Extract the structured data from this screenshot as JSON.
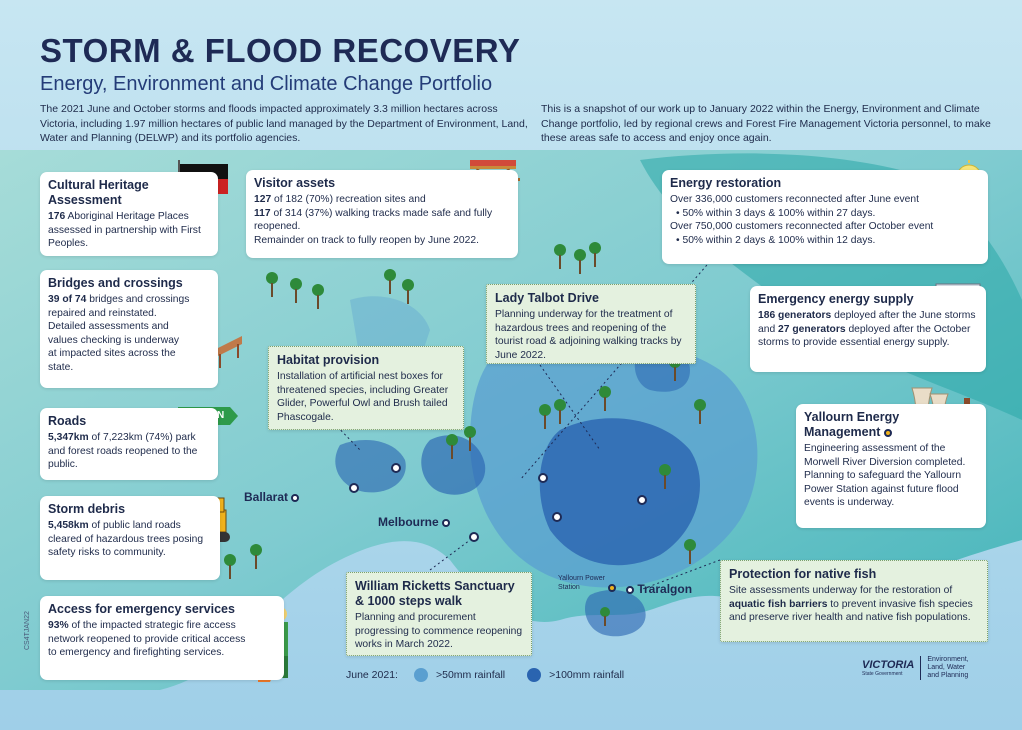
{
  "header": {
    "title": "STORM & FLOOD RECOVERY",
    "subtitle": "Energy, Environment and Climate Change Portfolio",
    "intro_left": "The 2021 June and October storms and floods impacted approximately 3.3 million hectares across Victoria, including 1.97 million hectares of public land managed by the Department of Environment, Land, Water and Planning (DELWP) and its portfolio agencies.",
    "intro_right": "This is a snapshot of our work up to January 2022 within the Energy, Environment and Climate Change portfolio, led by regional crews and Forest Fire Management Victoria personnel, to make these areas safe to access and enjoy once again."
  },
  "cards": {
    "cultural": {
      "title": "Cultural Heritage Assessment",
      "stat": "176",
      "text": " Aboriginal Heritage Places assessed in partnership with First Peoples."
    },
    "visitor": {
      "title": "Visitor assets",
      "stat1": "127",
      "text1": " of 182 (70%) recreation sites and",
      "stat2": "117",
      "text2": " of 314 (37%) walking tracks made safe and fully reopened.",
      "text3": "Remainder on track to fully reopen by June 2022."
    },
    "energy": {
      "title": "Energy restoration",
      "line1": "Over 336,000 customers reconnected after June event",
      "bullet1": "• 50% within 3 days & 100% within 27 days.",
      "line2": "Over 750,000 customers reconnected after October event",
      "bullet2": "• 50% within 2 days & 100% within 12 days."
    },
    "bridges": {
      "title": "Bridges and crossings",
      "stat": "39 of 74",
      "text1": " bridges and crossings repaired and reinstated.",
      "text2": "Detailed assessments and values checking is underway at impacted sites across the state."
    },
    "lady_talbot": {
      "title": "Lady Talbot Drive",
      "text": "Planning underway for the treatment of hazardous trees and reopening of the tourist road & adjoining walking tracks by June 2022."
    },
    "emergency_supply": {
      "title": "Emergency energy supply",
      "stat1": "186 generators",
      "text1": " deployed after the June storms and ",
      "stat2": "27 generators",
      "text2": " deployed after the October storms to provide essential energy supply."
    },
    "habitat": {
      "title": "Habitat provision",
      "text": "Installation of artificial nest boxes for threatened species, including Greater Glider, Powerful Owl and Brush tailed Phascogale."
    },
    "roads": {
      "title": "Roads",
      "stat": "5,347km",
      "text": " of 7,223km (74%) park and forest roads reopened to the public."
    },
    "yallourn": {
      "title": "Yallourn Energy Management",
      "text1": "Engineering assessment of the Morwell River Diversion completed.",
      "text2": "Planning to safeguard the Yallourn Power Station against future flood events is underway."
    },
    "debris": {
      "title": "Storm debris",
      "stat": "5,458km",
      "text": " of public land roads cleared of hazardous trees posing safety risks to community."
    },
    "ricketts": {
      "title": "William Ricketts Sanctuary & 1000 steps walk",
      "text": "Planning and procurement progressing to commence reopening works in March 2022."
    },
    "fish": {
      "title": "Protection for native fish",
      "text1": "Site assessments underway for the restoration of ",
      "stat": "aquatic fish barriers",
      "text2": " to prevent invasive fish species and preserve river health and native fish populations."
    },
    "access": {
      "title": "Access for emergency services",
      "stat": "93%",
      "text": " of the impacted strategic fire access network reopened to provide critical access to emergency and firefighting services."
    }
  },
  "places": {
    "ballarat": "Ballarat",
    "melbourne": "Melbourne",
    "traralgon": "Traralgon",
    "yallourn_ps": "Yallourn Power Station"
  },
  "sign": {
    "label": "REOPEN"
  },
  "legend": {
    "label": "June 2021:",
    "item1": ">50mm rainfall",
    "item2": ">100mm rainfall",
    "color1": "#5a9fd0",
    "color2": "#2a64b0"
  },
  "footer": {
    "code": "CS4TJAN22",
    "logo_name": "VICTORIA",
    "logo_sub": "State Government",
    "dept": "Environment, Land, Water and Planning"
  },
  "colors": {
    "title": "#1e2a55",
    "land": "#8fd3d3",
    "rain50": "#5a9fd0",
    "rain100": "#2a64b0",
    "card_green": "#e4f1df"
  }
}
